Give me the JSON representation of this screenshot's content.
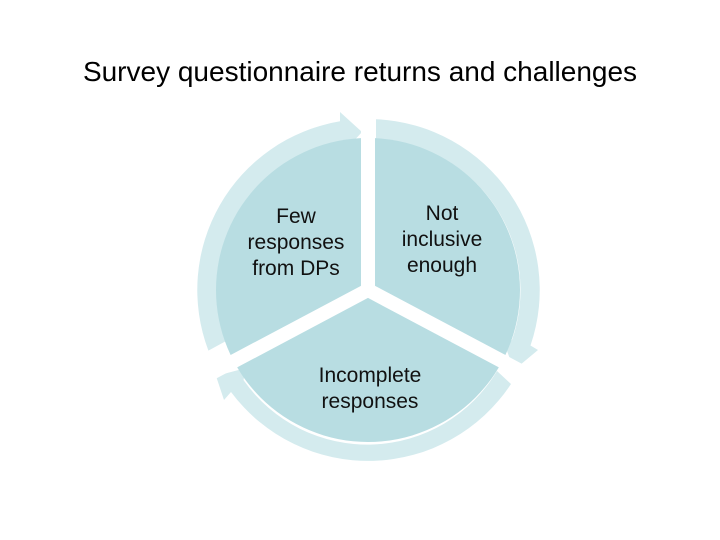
{
  "title": "Survey questionnaire returns and challenges",
  "colors": {
    "ring": "#d4ebee",
    "pie": "#b8dde2",
    "separator": "#ffffff",
    "text": "#111111"
  },
  "cycle": {
    "direction": "clockwise",
    "segments": [
      {
        "id": "few-responses",
        "lines": [
          "Few",
          "responses",
          "from DPs"
        ]
      },
      {
        "id": "not-inclusive",
        "lines": [
          "Not",
          "inclusive",
          "enough"
        ]
      },
      {
        "id": "incomplete-responses",
        "lines": [
          "Incomplete",
          "responses"
        ]
      }
    ]
  }
}
